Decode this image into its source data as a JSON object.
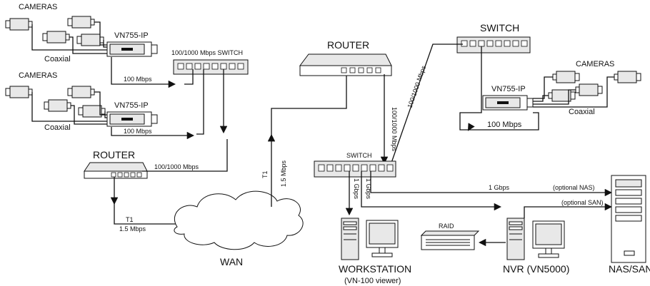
{
  "labels": {
    "cameras_1": "CAMERAS",
    "cameras_2": "CAMERAS",
    "cameras_3": "CAMERAS",
    "encoder_1": "VN755-IP",
    "encoder_2": "VN755-IP",
    "encoder_3": "VN755-IP",
    "coaxial_1": "Coaxial",
    "coaxial_2": "Coaxial",
    "coaxial_3": "Coaxial",
    "switch_top_left": "100/1000 Mbps SWITCH",
    "speed_100_a": "100 Mbps",
    "speed_100_b": "100 Mbps",
    "speed_100_c": "100 Mbps",
    "router_left": "ROUTER",
    "router_left_link": "100/1000 Mbps",
    "t1_left": "T1",
    "t1_left_speed": "1.5 Mbps",
    "wan": "WAN",
    "t1_mid": "T1",
    "t1_mid_speed": "1.5 Mbps",
    "router_center": "ROUTER",
    "router_center_link": "100/1000 Mbps",
    "switch_right": "SWITCH",
    "switch_right_link": "100/1000 Mbps",
    "switch_center": "SWITCH",
    "gbps_down_1": "1 Gbps",
    "gbps_down_2": "1 Gbps",
    "gbps_nas": "1 Gbps",
    "optional_nas": "(optional NAS)",
    "optional_san": "(optional SAN)",
    "raid": "RAID",
    "workstation": "WORKSTATION",
    "workstation_sub": "(VN-100 viewer)",
    "nvr": "NVR (VN5000)",
    "nas_san": "NAS/SAN"
  }
}
